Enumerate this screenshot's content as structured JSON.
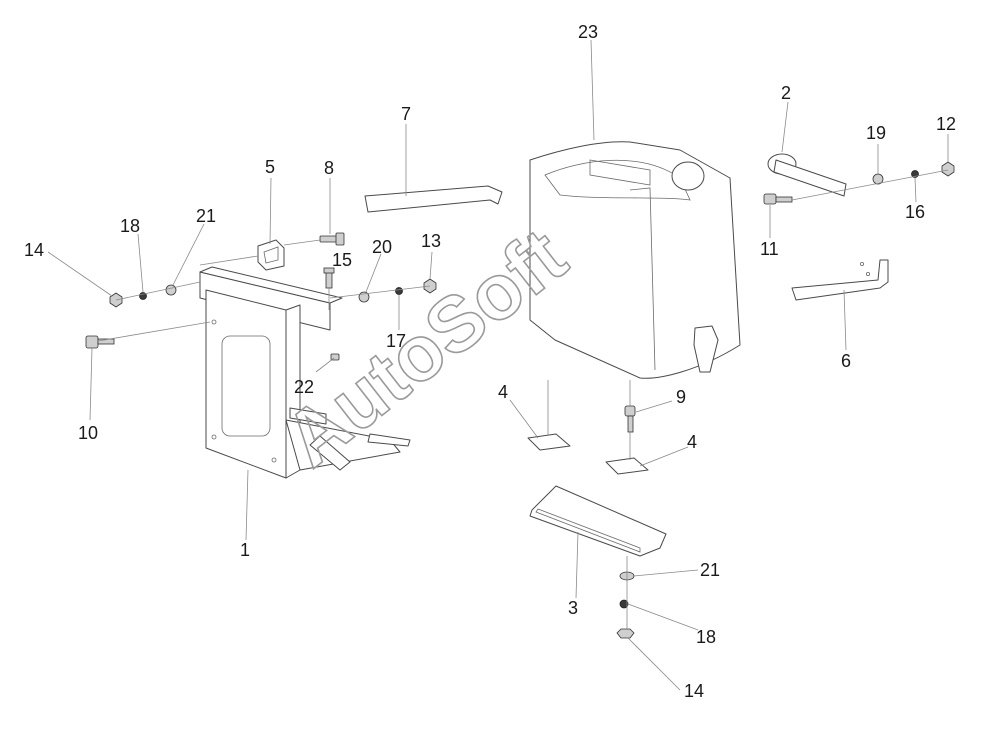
{
  "watermark": "AutoSoft",
  "callouts": {
    "c1": "1",
    "c2": "2",
    "c3": "3",
    "c4a": "4",
    "c4b": "4",
    "c5": "5",
    "c6": "6",
    "c7": "7",
    "c8": "8",
    "c9": "9",
    "c10": "10",
    "c11": "11",
    "c12": "12",
    "c13": "13",
    "c14a": "14",
    "c14b": "14",
    "c15": "15",
    "c16": "16",
    "c17": "17",
    "c18a": "18",
    "c18b": "18",
    "c19": "19",
    "c20": "20",
    "c21a": "21",
    "c21b": "21",
    "c22": "22",
    "c23": "23"
  }
}
